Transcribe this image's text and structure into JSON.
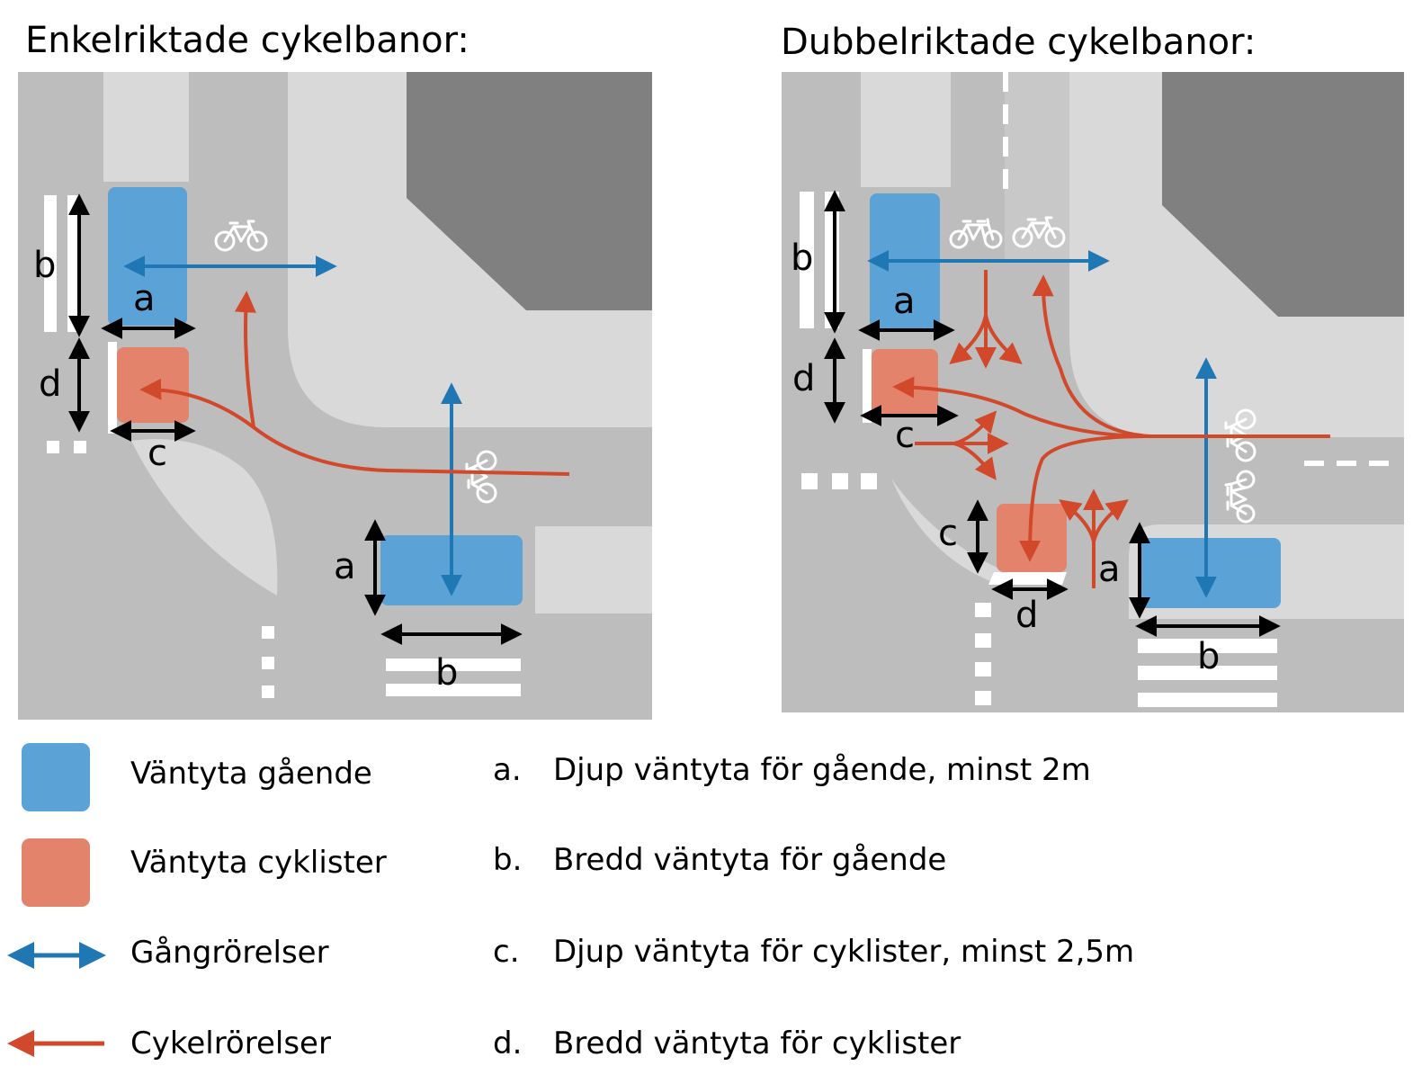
{
  "titles": {
    "left": "Enkelriktade cykelbanor:",
    "right": "Dubbelriktade cykelbanor:"
  },
  "colors": {
    "road": "#bdbdbd",
    "sidewalk": "#d9d9d9",
    "building": "#808080",
    "pedestrian_waiting_area": "#5ba3d6",
    "cyclist_waiting_area": "#e3836c",
    "pedestrian_movement": "#1f77b4",
    "cycle_movement": "#d1492a",
    "markings": "#ffffff"
  },
  "icons": {
    "bicycle": "bicycle-icon",
    "tandem_bicycle": "tandem-bicycle-icon"
  },
  "dimension_labels": {
    "a": "a",
    "b": "b",
    "c": "c",
    "d": "d"
  },
  "legend": [
    {
      "label": "Väntyta gående",
      "symbol": "blue-square"
    },
    {
      "label": "Väntyta cyklister",
      "symbol": "red-square"
    },
    {
      "label": "Gångrörelser",
      "symbol": "blue-double-arrow"
    },
    {
      "label": "Cykelrörelser",
      "symbol": "red-arrow"
    }
  ],
  "definitions": [
    {
      "letter": "a.",
      "text": "Djup väntyta för gående, minst 2m"
    },
    {
      "letter": "b.",
      "text": "Bredd väntyta för gående"
    },
    {
      "letter": "c.",
      "text": "Djup väntyta för cyklister, minst 2,5m"
    },
    {
      "letter": "d.",
      "text": "Bredd väntyta för cyklister"
    }
  ]
}
